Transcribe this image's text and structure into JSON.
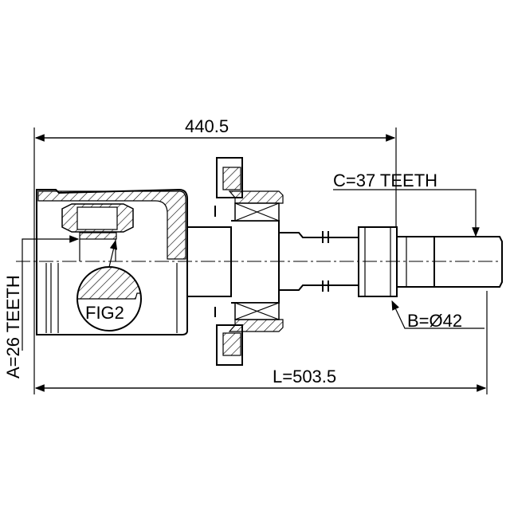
{
  "drawing": {
    "dim_top": "440.5",
    "dim_length": "L=503.5",
    "spline_inner": "A=26 TEETH",
    "spline_outer": "C=37 TEETH",
    "diameter": "B=Ø42",
    "detail_label": "FIG2"
  }
}
